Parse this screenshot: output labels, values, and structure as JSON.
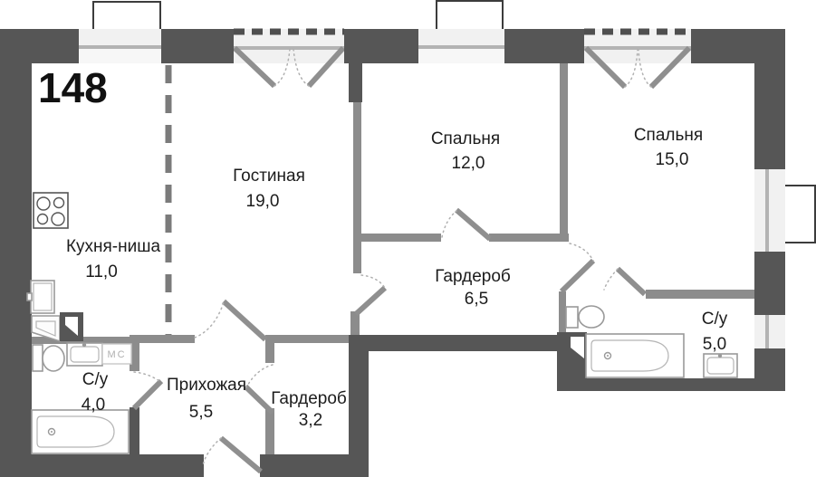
{
  "apartment": {
    "number": "148"
  },
  "rooms": {
    "kitchen": {
      "name": "Кухня-ниша",
      "area": "11,0"
    },
    "living": {
      "name": "Гостиная",
      "area": "19,0"
    },
    "bedroom_small": {
      "name": "Спальня",
      "area": "12,0"
    },
    "bedroom_large": {
      "name": "Спальня",
      "area": "15,0"
    },
    "wardrobe_main": {
      "name": "Гардероб",
      "area": "6,5"
    },
    "bathroom_large": {
      "name": "С/у",
      "area": "5,0"
    },
    "bathroom_small": {
      "name": "С/у",
      "area": "4,0"
    },
    "hallway": {
      "name": "Прихожая",
      "area": "5,5"
    },
    "wardrobe_entry": {
      "name": "Гардероб",
      "area": "3,2"
    }
  },
  "annotations": {
    "washing_machine_spot": "МС"
  },
  "colors": {
    "exterior_wall": "#565656",
    "interior_wall": "#8c8c8c",
    "door_leaf": "#8f8f8f",
    "window_fill": "#f1f1f1",
    "window_frame": "#b3b3b3",
    "text": "#1c1c1c",
    "background": "#ffffff"
  },
  "icons": [
    "stove-icon",
    "fridge-icon",
    "kitchen-sink-icon",
    "vent-shaft-icon",
    "toilet-icon",
    "vanity-sink-icon",
    "bathtub-icon",
    "washing-machine-spot",
    "window",
    "balcony-outline",
    "door-swing"
  ]
}
